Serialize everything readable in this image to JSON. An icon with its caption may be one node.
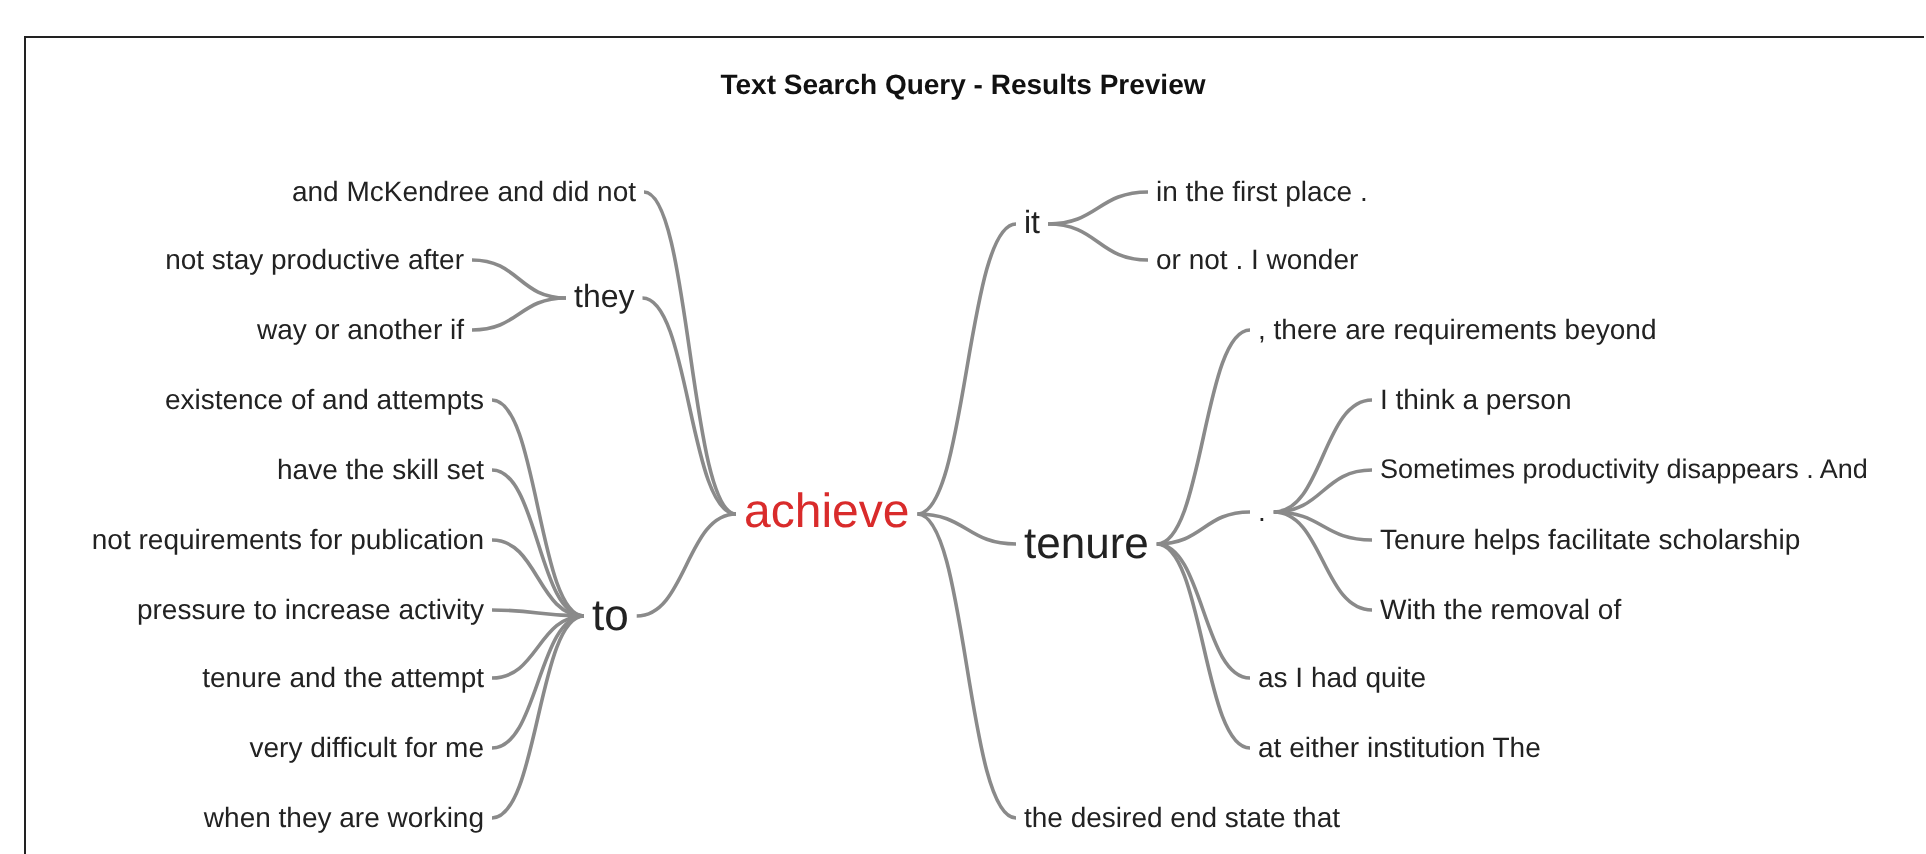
{
  "diagram": {
    "title": "Text Search Query - Results Preview",
    "nodes": [
      {
        "text": [
          "and McKendree and did not"
        ]
      },
      {
        "text": [
          "not stay productive after"
        ]
      },
      {
        "text": [
          "way or another if"
        ]
      },
      {
        "text": [
          "they"
        ]
      },
      {
        "text": [
          "existence of and attempts"
        ]
      },
      {
        "text": [
          "have the skill set"
        ]
      },
      {
        "text": [
          "not requirements for publication"
        ]
      },
      {
        "text": [
          "pressure to increase activity"
        ]
      },
      {
        "text": [
          "tenure and the attempt"
        ]
      },
      {
        "text": [
          "very difficult for me"
        ]
      },
      {
        "text": [
          "when they are working"
        ]
      },
      {
        "text": [
          "to"
        ]
      },
      {
        "text": [
          "achieve"
        ]
      },
      {
        "text": [
          "it"
        ]
      },
      {
        "text": [
          "in the first place ."
        ]
      },
      {
        "text": [
          "or not . I wonder"
        ]
      },
      {
        "text": [
          "tenure"
        ]
      },
      {
        "text": [
          ", there are requirements beyond"
        ]
      },
      {
        "text": [
          "."
        ]
      },
      {
        "text": [
          "I think a person"
        ]
      },
      {
        "text": [
          "Sometimes productivity disappears . And"
        ]
      },
      {
        "text": [
          "Tenure helps facilitate scholarship"
        ]
      },
      {
        "text": [
          "With the removal of"
        ]
      },
      {
        "text": [
          "as I had quite"
        ]
      },
      {
        "text": [
          "at either institution The"
        ]
      },
      {
        "text": [
          "the desired end state that"
        ]
      }
    ],
    "edges": [
      {
        "from": 0,
        "to": 12,
        "arrow": "none"
      },
      {
        "from": 1,
        "to": 3,
        "arrow": "none"
      },
      {
        "from": 2,
        "to": 3,
        "arrow": "none"
      },
      {
        "from": 3,
        "to": 12,
        "arrow": "none"
      },
      {
        "from": 4,
        "to": 11,
        "arrow": "none"
      },
      {
        "from": 5,
        "to": 11,
        "arrow": "none"
      },
      {
        "from": 6,
        "to": 11,
        "arrow": "none"
      },
      {
        "from": 7,
        "to": 11,
        "arrow": "none"
      },
      {
        "from": 8,
        "to": 11,
        "arrow": "none"
      },
      {
        "from": 9,
        "to": 11,
        "arrow": "none"
      },
      {
        "from": 10,
        "to": 11,
        "arrow": "none"
      },
      {
        "from": 11,
        "to": 12,
        "arrow": "none"
      },
      {
        "from": 12,
        "to": 13,
        "arrow": "none"
      },
      {
        "from": 13,
        "to": 14,
        "arrow": "none"
      },
      {
        "from": 13,
        "to": 15,
        "arrow": "none"
      },
      {
        "from": 12,
        "to": 16,
        "arrow": "none"
      },
      {
        "from": 16,
        "to": 17,
        "arrow": "none"
      },
      {
        "from": 16,
        "to": 18,
        "arrow": "none"
      },
      {
        "from": 18,
        "to": 19,
        "arrow": "none"
      },
      {
        "from": 18,
        "to": 20,
        "arrow": "none"
      },
      {
        "from": 18,
        "to": 21,
        "arrow": "none"
      },
      {
        "from": 18,
        "to": 22,
        "arrow": "none"
      },
      {
        "from": 16,
        "to": 23,
        "arrow": "none"
      },
      {
        "from": 16,
        "to": 24,
        "arrow": "none"
      },
      {
        "from": 12,
        "to": 25,
        "arrow": "none"
      }
    ]
  }
}
